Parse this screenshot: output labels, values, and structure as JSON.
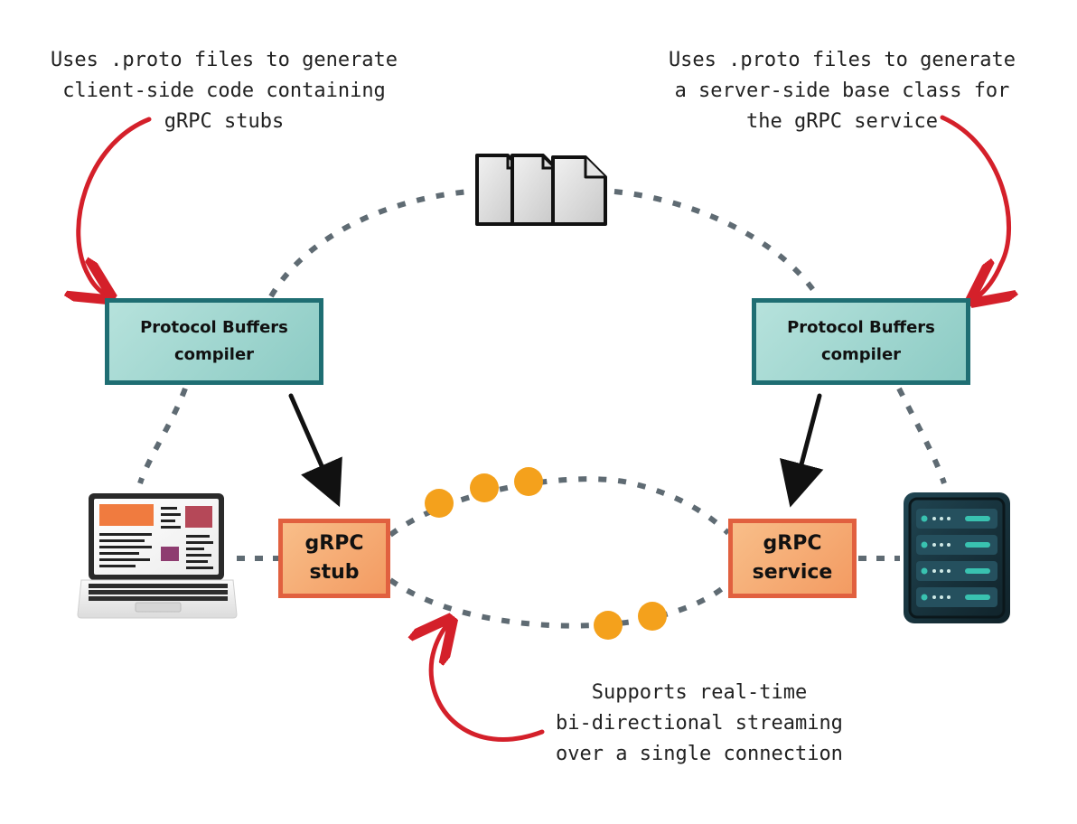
{
  "annotations": {
    "client_note": {
      "lines": [
        "Uses .proto files to generate",
        "client-side code containing",
        "gRPC stubs"
      ]
    },
    "server_note": {
      "lines": [
        "Uses .proto files to generate",
        "a server-side base class for",
        "the gRPC service"
      ]
    },
    "streaming_note": {
      "lines": [
        "Supports real-time",
        "bi-directional streaming",
        "over a single connection"
      ]
    }
  },
  "nodes": {
    "client_compiler": {
      "lines": [
        "Protocol Buffers",
        "compiler"
      ]
    },
    "server_compiler": {
      "lines": [
        "Protocol Buffers",
        "compiler"
      ]
    },
    "grpc_stub": {
      "lines": [
        "gRPC",
        "stub"
      ]
    },
    "grpc_service": {
      "lines": [
        "gRPC",
        "service"
      ]
    }
  },
  "icons": {
    "proto_files": "proto-files-icon",
    "laptop": "laptop-icon",
    "server": "server-rack-icon",
    "message": "message-dot-icon"
  },
  "colors": {
    "compiler_fill": "#9fd6cf",
    "compiler_border": "#1f6e73",
    "grpc_fill": "#f6ad72",
    "grpc_border": "#e1603f",
    "connector": "#5f6b73",
    "annotation_arrow": "#d4202a",
    "flow_arrow": "#111111",
    "message_dot": "#f4a11c",
    "server_body": "#16323a",
    "server_accent": "#39c2b0"
  }
}
